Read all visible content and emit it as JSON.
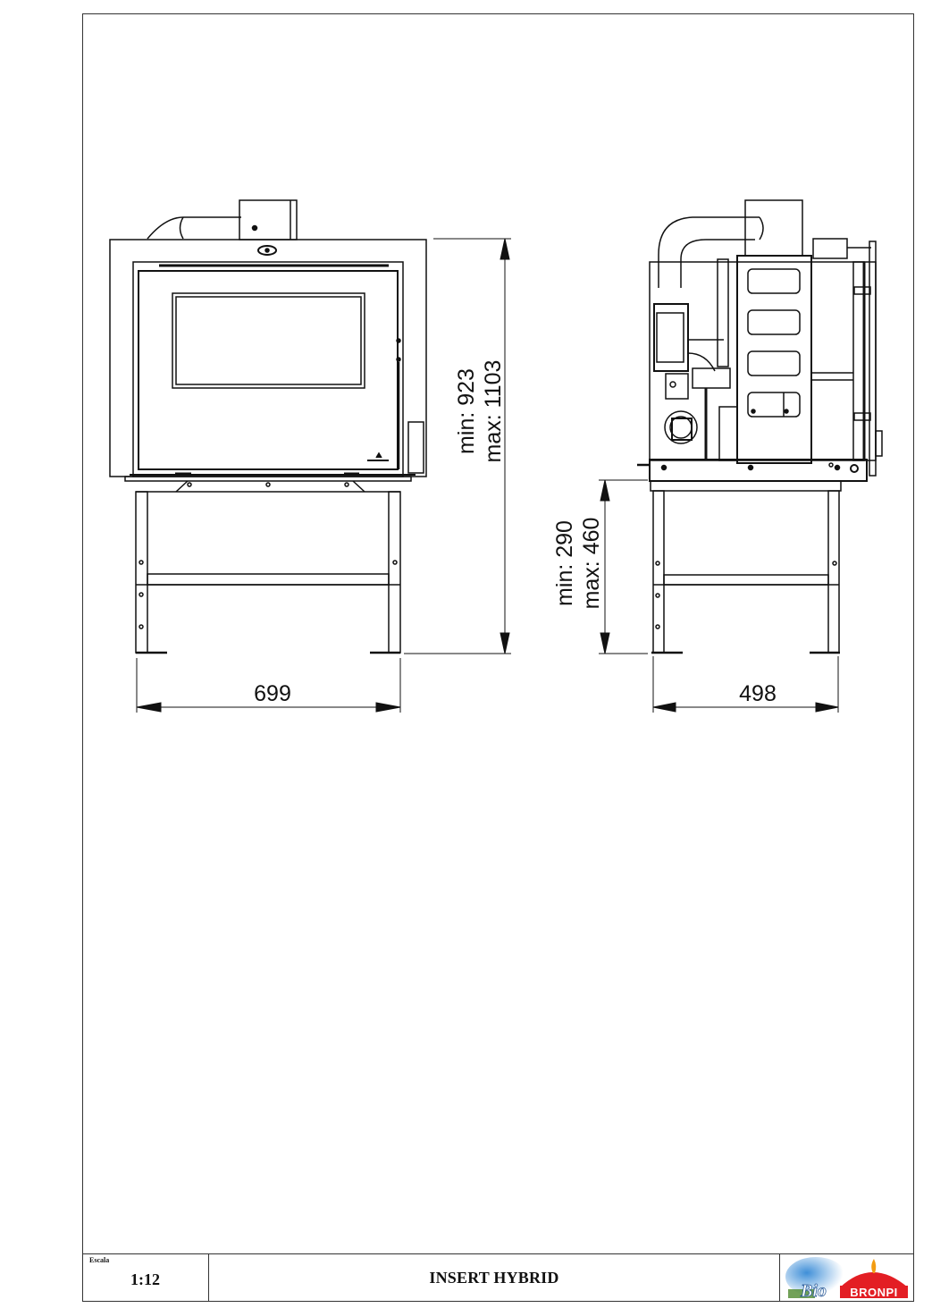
{
  "drawing": {
    "title": "INSERT HYBRID",
    "scale_label": "Escala",
    "scale_value": "1:12",
    "logo": {
      "left_text": "Bio",
      "right_text": "BRONPI",
      "brand_color": "#e31e24",
      "sky_color": "#5ea8e0",
      "grass_color": "#4f8a2e"
    }
  },
  "front_view": {
    "width_dimension": "699",
    "height_dimension_min": "min: 923",
    "height_dimension_max": "max: 1103"
  },
  "side_view": {
    "width_dimension": "498",
    "leg_dimension_min": "min: 290",
    "leg_dimension_max": "max: 460"
  }
}
